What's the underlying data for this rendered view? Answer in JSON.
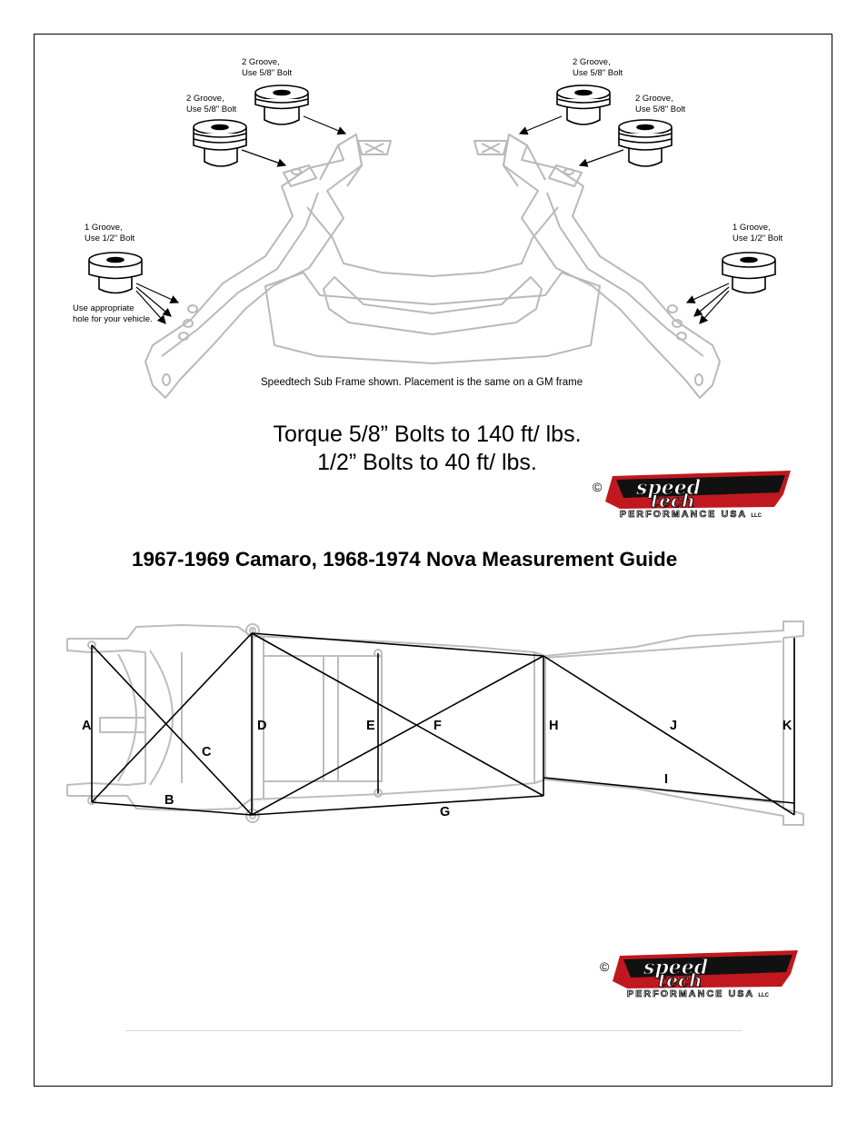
{
  "bushing_labels": {
    "top_left_upper": [
      "2 Groove,",
      "Use 5/8\" Bolt"
    ],
    "top_left_lower": [
      "2 Groove,",
      "Use 5/8\" Bolt"
    ],
    "top_right_upper": [
      "2 Groove,",
      "Use 5/8\" Bolt"
    ],
    "top_right_lower": [
      "2 Groove,",
      "Use 5/8\" Bolt"
    ],
    "left_single": [
      "1 Groove,",
      "Use 1/2\" Bolt"
    ],
    "right_single": [
      "1 Groove,",
      "Use 1/2\" Bolt"
    ],
    "hole_note": [
      "Use appropriate",
      "hole for your vehicle."
    ]
  },
  "subframe_caption": "Speedtech Sub Frame shown. Placement is the same on a GM frame",
  "torque": {
    "line1": "Torque 5/8” Bolts to 140 ft/ lbs.",
    "line2": "1/2” Bolts to 40 ft/ lbs."
  },
  "logo": {
    "copyright": "©",
    "word1": "speed",
    "word2": "tech",
    "tagline": "PERFORMANCE USA",
    "suffix": "LLC",
    "colors": {
      "red": "#c0181e",
      "black": "#111111"
    }
  },
  "guide_title": "1967-1969 Camaro, 1968-1974 Nova Measurement Guide",
  "measure_labels": {
    "A": "A",
    "B": "B",
    "C": "C",
    "D": "D",
    "E": "E",
    "F": "F",
    "G": "G",
    "H": "H",
    "I": "I",
    "J": "J",
    "K": "K"
  }
}
